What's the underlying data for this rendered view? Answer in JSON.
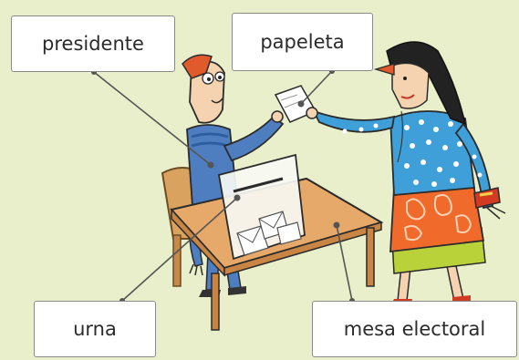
{
  "labels": {
    "presidente": "presidente",
    "papeleta": "papeleta",
    "urna": "urna",
    "mesa_electoral": "mesa electoral"
  },
  "colors": {
    "background": "#e9efcb",
    "leader_line": "#555555",
    "table": "#e7a969",
    "man_sweater": "#4e7dc0",
    "woman_top": "#3f9fd8",
    "woman_skirt": "#ef6a2b",
    "woman_underskirt": "#b9d23a"
  }
}
